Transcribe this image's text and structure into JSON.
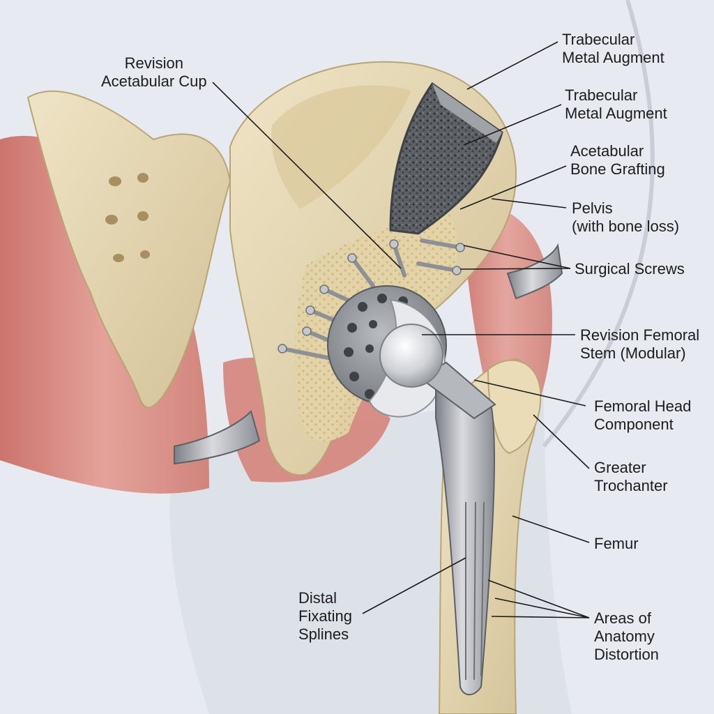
{
  "labels": {
    "revision_acetabular_cup": [
      "Revision",
      "Acetabular Cup"
    ],
    "trabecular_augment_1": [
      "Trabecular",
      "Metal Augment"
    ],
    "trabecular_augment_2": [
      "Trabecular",
      "Metal Augment"
    ],
    "acetabular_bone_grafting": [
      "Acetabular",
      "Bone Grafting"
    ],
    "pelvis": [
      "Pelvis",
      "(with bone loss)"
    ],
    "surgical_screws": [
      "Surgical Screws"
    ],
    "revision_femoral_stem": [
      "Revision Femoral",
      "Stem (Modular)"
    ],
    "femoral_head_component": [
      "Femoral Head",
      "Component"
    ],
    "greater_trochanter": [
      "Greater",
      "Trochanter"
    ],
    "femur": [
      "Femur"
    ],
    "distal_fixating_splines": [
      "Distal",
      "Fixating",
      "Splines"
    ],
    "areas_of_anatomy_distortion": [
      "Areas of",
      "Anatomy",
      "Distortion"
    ]
  },
  "colors": {
    "background": "#e9ecf1",
    "bone": "#e6d9b8",
    "bone_shadow": "#cbb98f",
    "muscle": "#d98a80",
    "metal": "#9fa3a8",
    "metal_dark": "#6d7176",
    "skin": "#dfe2e8"
  }
}
